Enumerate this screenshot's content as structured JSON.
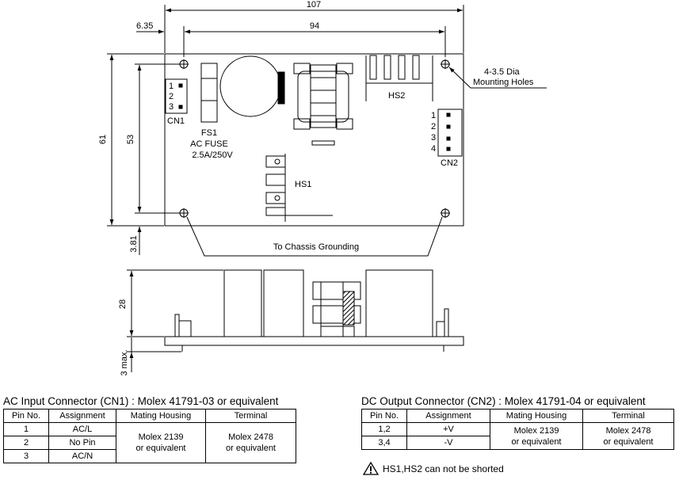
{
  "dimensions": {
    "width_107": "107",
    "width_94": "94",
    "offset_6_35": "6.35",
    "height_61": "61",
    "height_53": "53",
    "offset_3_81": "3.81",
    "height_28": "28",
    "max_3": "3 max."
  },
  "labels": {
    "cn1": "CN1",
    "cn1_pins": [
      "1",
      "2",
      "3"
    ],
    "fs1": "FS1",
    "ac_fuse": "AC FUSE",
    "fuse_rating": "2.5A/250V",
    "hs1": "HS1",
    "hs2": "HS2",
    "cn2": "CN2",
    "cn2_pins": [
      "1",
      "2",
      "3",
      "4"
    ],
    "mounting_line1": "4-3.5 Dia",
    "mounting_line2": "Mounting Holes",
    "chassis": "To Chassis Grounding"
  },
  "ac_table": {
    "caption": "AC Input Connector (CN1) : Molex 41791-03  or equivalent",
    "headers": [
      "Pin No.",
      "Assignment",
      "Mating Housing",
      "Terminal"
    ],
    "rows": [
      [
        "1",
        "AC/L"
      ],
      [
        "2",
        "No Pin"
      ],
      [
        "3",
        "AC/N"
      ]
    ],
    "housing": [
      "Molex 2139",
      "or equivalent"
    ],
    "terminal": [
      "Molex 2478",
      "or equivalent"
    ]
  },
  "dc_table": {
    "caption": "DC Output Connector (CN2) : Molex 41791-04 or equivalent",
    "headers": [
      "Pin No.",
      "Assignment",
      "Mating Housing",
      "Terminal"
    ],
    "rows": [
      [
        "1,2",
        "+V"
      ],
      [
        "3,4",
        "-V"
      ]
    ],
    "housing": [
      "Molex 2139",
      "or equivalent"
    ],
    "terminal": [
      "Molex 2478",
      "or equivalent"
    ]
  },
  "warning": {
    "icon": "warning-icon",
    "text": "HS1,HS2 can not be shorted"
  }
}
